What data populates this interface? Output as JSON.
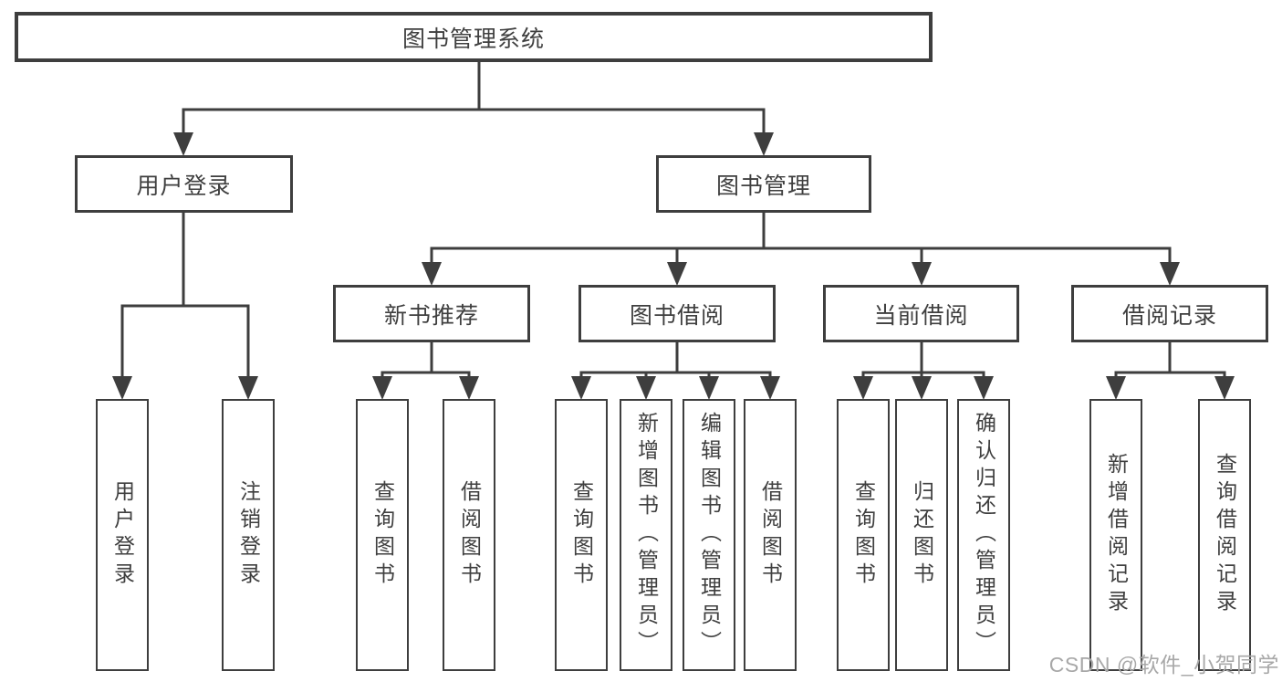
{
  "diagram": {
    "root": {
      "label": "图书管理系统"
    },
    "branches": [
      {
        "label": "用户登录",
        "children": [
          {
            "label": "用户登录"
          },
          {
            "label": "注销登录"
          }
        ]
      },
      {
        "label": "图书管理",
        "children": [
          {
            "label": "新书推荐",
            "children": [
              {
                "label": "查询图书"
              },
              {
                "label": "借阅图书"
              }
            ]
          },
          {
            "label": "图书借阅",
            "children": [
              {
                "label": "查询图书"
              },
              {
                "label": "新增图书（管理员）"
              },
              {
                "label": "编辑图书（管理员）"
              },
              {
                "label": "借阅图书"
              }
            ]
          },
          {
            "label": "当前借阅",
            "children": [
              {
                "label": "查询图书"
              },
              {
                "label": "归还图书"
              },
              {
                "label": "确认归还（管理员）"
              }
            ]
          },
          {
            "label": "借阅记录",
            "children": [
              {
                "label": "新增借阅记录"
              },
              {
                "label": "查询借阅记录"
              }
            ]
          }
        ]
      }
    ]
  },
  "watermark": {
    "text": "CSDN @软件_小贺同学"
  },
  "colors": {
    "line": "#3e3e3e",
    "text": "#3f3f3f",
    "watermark_text": "#a8a8a8",
    "background": "#ffffff"
  }
}
